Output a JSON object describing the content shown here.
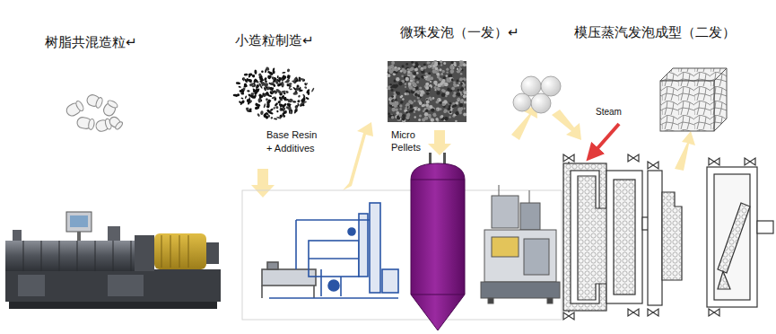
{
  "diagram": {
    "labels": [
      "树脂共混造粒↵",
      "小造粒制造↵",
      "微珠发泡（一发）↵",
      "模压蒸汽发泡成型（二发）",
      "Base Resin + Additives",
      "Micro Pellets",
      "Steam"
    ]
  }
}
